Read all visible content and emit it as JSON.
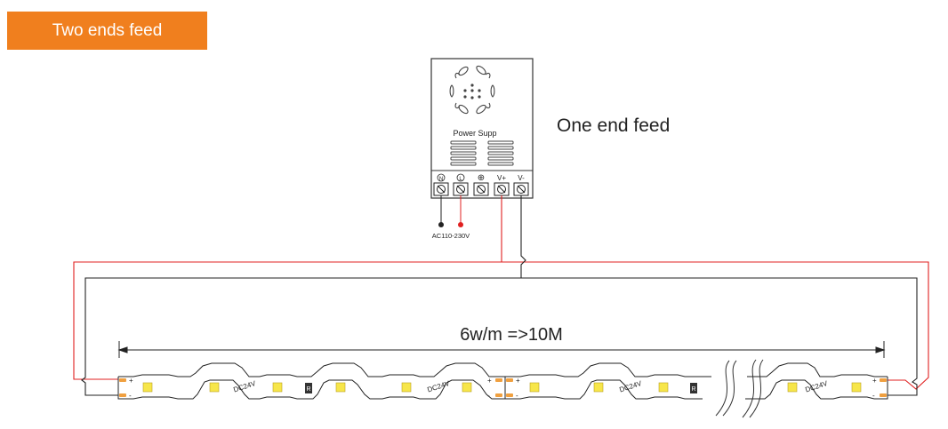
{
  "badge": {
    "label": "Two ends feed",
    "color": "#f07f1e"
  },
  "psu": {
    "label": "Power Supp",
    "terminals": [
      "N",
      "L",
      "⊕",
      "V+",
      "V-"
    ],
    "ac_label": "AC110-230V"
  },
  "notes": {
    "one_end_feed": "One end feed"
  },
  "strip": {
    "length_label": "6w/m =>10M",
    "voltage_marks": [
      "DC24V",
      "DC24V",
      "DC24V",
      "DC24V"
    ],
    "resistor_mark": "R",
    "plus_mark": "+",
    "minus_mark": "-"
  },
  "colors": {
    "positive_wire": "#e02020",
    "negative_wire": "#222222",
    "led": "#f7e64a",
    "pad": "#f0a040"
  }
}
